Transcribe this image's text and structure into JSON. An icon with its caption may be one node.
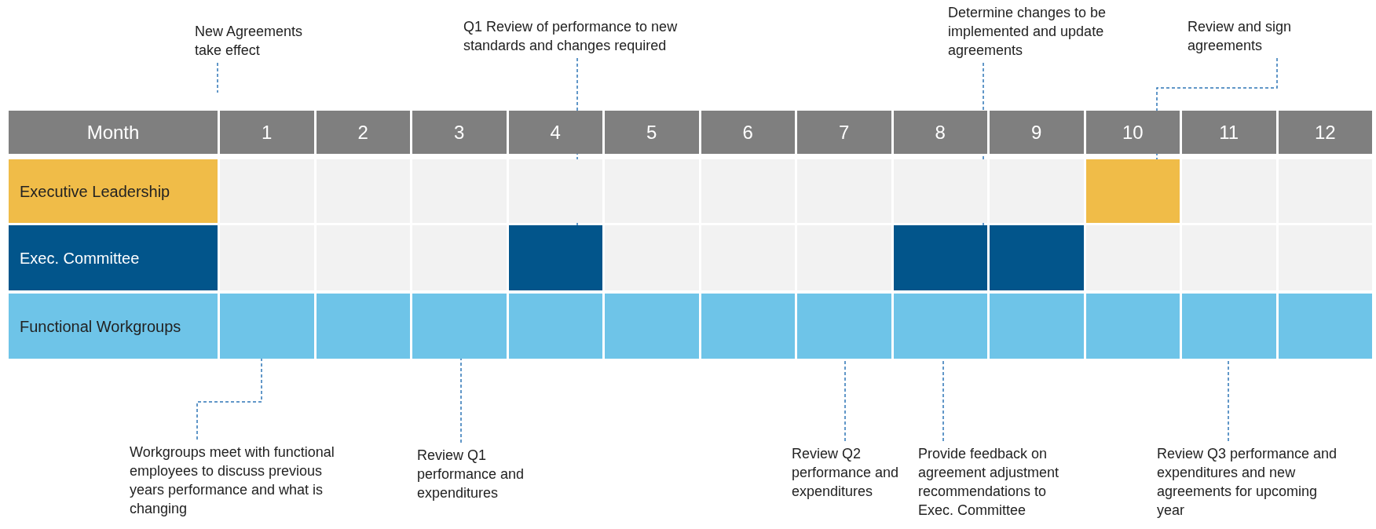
{
  "diagram": {
    "nodes": [
      {
        "text": [
          "New Agreements take effect"
        ]
      },
      {
        "text": [
          "Q1 Review of performance to new standards and changes required"
        ]
      },
      {
        "text": [
          "Determine changes to be implemented and update agreements"
        ]
      },
      {
        "text": [
          "Review and sign agreements"
        ]
      },
      {
        "text": [],
        "shape": "box"
      },
      {
        "text": [],
        "shape": "box"
      },
      {
        "text": [],
        "shape": "box"
      },
      {
        "text": [],
        "shape": "box"
      },
      {
        "text": [],
        "shape": "box"
      },
      {
        "text": [],
        "shape": "box"
      },
      {
        "text": [],
        "shape": "box"
      },
      {
        "text": [],
        "shape": "box"
      },
      {
        "text": [],
        "shape": "box"
      },
      {
        "text": [
          "Workgroups meet with functional employees to discuss previous years performance and what is changing"
        ]
      },
      {
        "text": [
          "Review Q1 performance and expenditures"
        ]
      },
      {
        "text": [
          "Review Q2 performance and expenditures"
        ]
      },
      {
        "text": [
          "Provide feedback on agreement adjustment recommendations to Exec. Committee"
        ]
      },
      {
        "text": [
          "Review Q3 performance and expenditures and new agreements for upcoming year"
        ]
      }
    ],
    "edges": [
      {
        "from": 0,
        "to": null,
        "arrow": "none"
      },
      {
        "from": 1,
        "to": 5,
        "arrow": "none"
      },
      {
        "from": 2,
        "to": 6,
        "arrow": "none"
      },
      {
        "from": 3,
        "to": 4,
        "arrow": "none"
      },
      {
        "from": 13,
        "to": 8,
        "arrow": "none"
      },
      {
        "from": 14,
        "to": 9,
        "arrow": "none"
      },
      {
        "from": 15,
        "to": 10,
        "arrow": "none"
      },
      {
        "from": 16,
        "to": 11,
        "arrow": "none"
      },
      {
        "from": 17,
        "to": 12,
        "arrow": "none"
      }
    ],
    "labels": [
      "Month",
      "1",
      "2",
      "3",
      "4",
      "5",
      "6",
      "7",
      "8",
      "9",
      "10",
      "11",
      "12",
      "Executive Leadership",
      "Exec. Committee",
      "Functional Workgroups"
    ]
  }
}
